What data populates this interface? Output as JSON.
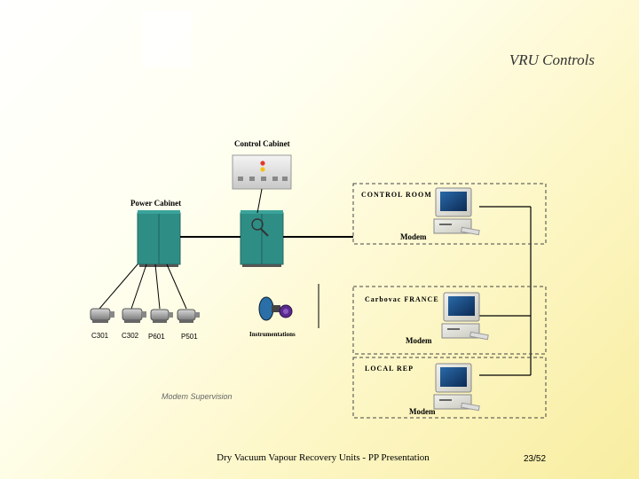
{
  "slide": {
    "title": "VRU Controls",
    "footer": "Dry Vacuum Vapour Recovery Units - PP Presentation",
    "page_number": "23/52"
  },
  "diagram": {
    "control_cabinet_label": "Control Cabinet",
    "power_cabinet_label": "Power Cabinet",
    "instrumentation_label": "Instrumentations",
    "modem_supervision_label": "Modem  Supervision",
    "equipment": [
      "C301",
      "C302",
      "P601",
      "P501"
    ],
    "sites": [
      {
        "label": "CONTROL ROOM",
        "modem_label": "Modem"
      },
      {
        "label": "Carbovac  FRANCE",
        "modem_label": "Modem"
      },
      {
        "label": "LOCAL REP",
        "modem_label": "Modem"
      }
    ],
    "colors": {
      "cabinet": "#2e8e86",
      "cabinet_dark": "#1f6a64",
      "dashed_border": "#444444",
      "instrument_blue": "#2a6fa8",
      "instrument_purple": "#5a2a8c"
    }
  }
}
